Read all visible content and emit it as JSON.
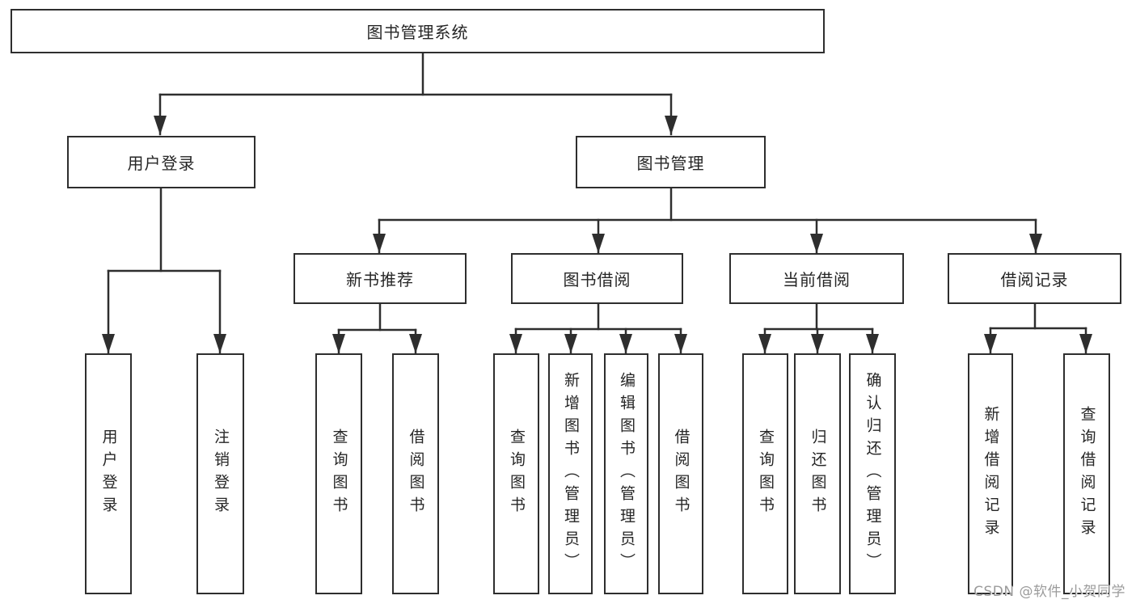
{
  "tree": {
    "root": {
      "label": "图书管理系统"
    },
    "level2": [
      {
        "label": "用户登录"
      },
      {
        "label": "图书管理"
      }
    ],
    "level3": [
      {
        "label": "新书推荐"
      },
      {
        "label": "图书借阅"
      },
      {
        "label": "当前借阅"
      },
      {
        "label": "借阅记录"
      }
    ],
    "leaves": {
      "user_login": [
        {
          "label": "用户登录"
        },
        {
          "label": "注销登录"
        }
      ],
      "new_book": [
        {
          "label": "查询图书"
        },
        {
          "label": "借阅图书"
        }
      ],
      "book_borrow": [
        {
          "label": "查询图书"
        },
        {
          "label": "新增图书（管理员）"
        },
        {
          "label": "编辑图书（管理员）"
        },
        {
          "label": "借阅图书"
        }
      ],
      "current_borrow": [
        {
          "label": "查询图书"
        },
        {
          "label": "归还图书"
        },
        {
          "label": "确认归还（管理员）"
        }
      ],
      "borrow_records": [
        {
          "label": "新增借阅记录"
        },
        {
          "label": "查询借阅记录"
        }
      ]
    }
  },
  "watermark": {
    "text": "CSDN @软件_小贺同学"
  },
  "colors": {
    "line": "#2e2e2e",
    "text": "#262626",
    "box_background": "#ffffff",
    "watermark": "#9b9b9b"
  }
}
